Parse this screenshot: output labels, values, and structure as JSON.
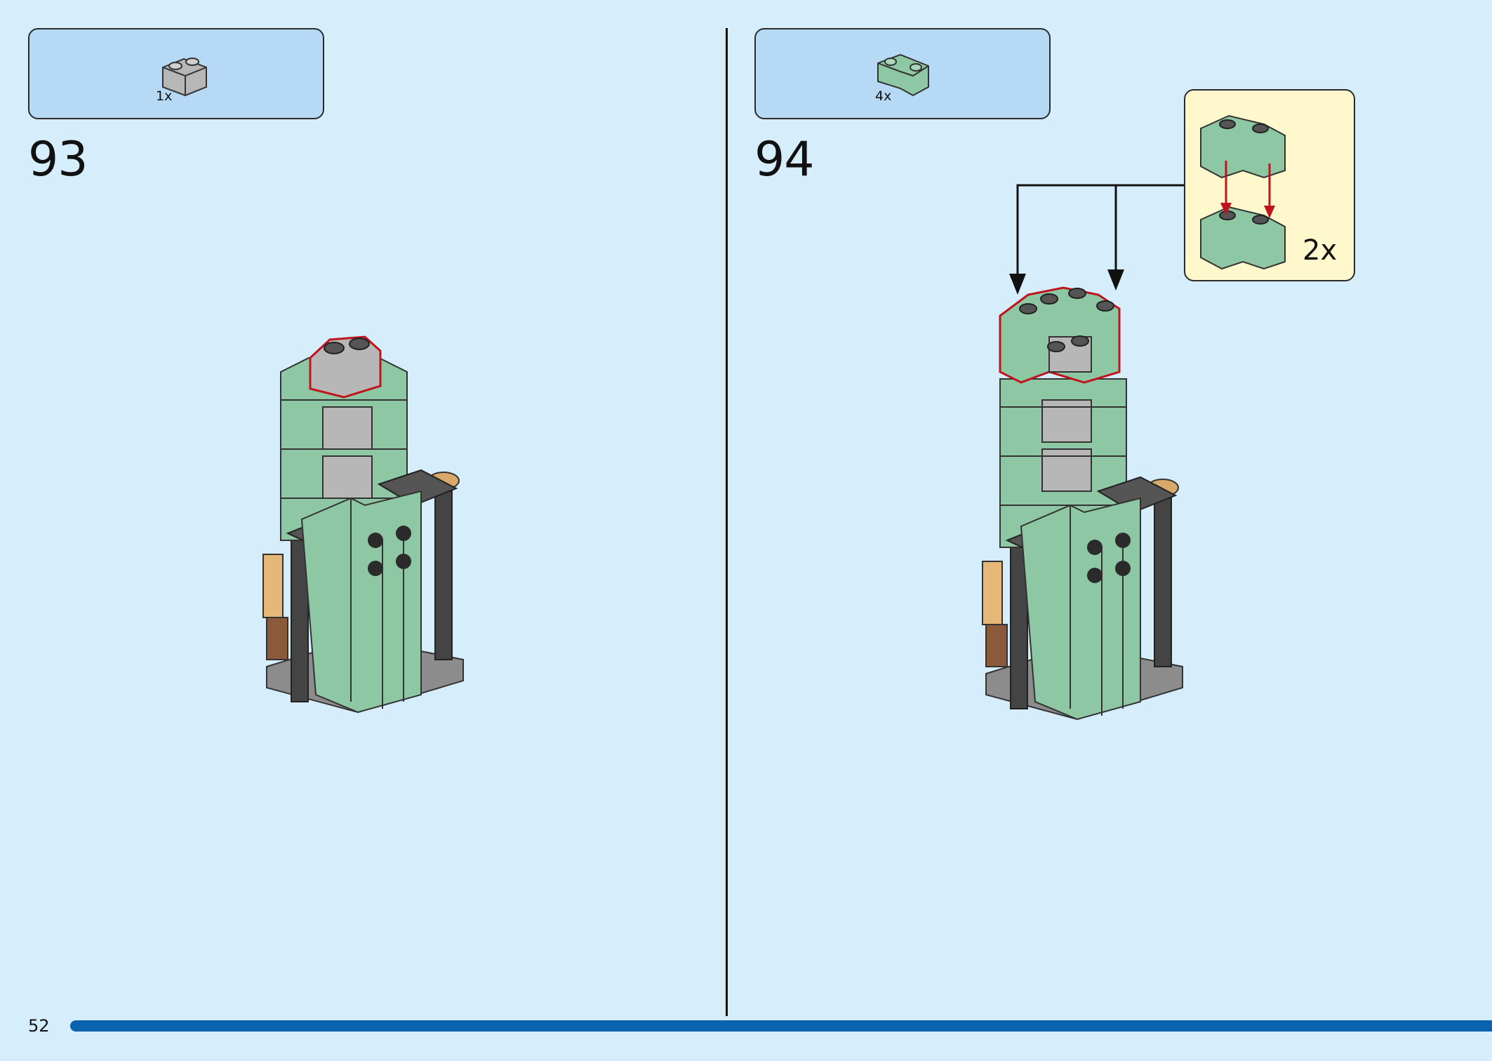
{
  "steps": [
    {
      "number": "93",
      "parts": [
        {
          "qty": "1x",
          "color": "#b7b7b7"
        }
      ]
    },
    {
      "number": "94",
      "parts": [
        {
          "qty": "4x",
          "color": "#8ec7a4"
        }
      ]
    }
  ],
  "callout": {
    "multiplier": "2x"
  },
  "page_number": "52",
  "colors": {
    "background": "#d6eefc",
    "parts_box": "#b6d9f5",
    "callout_box": "#fff8cc",
    "sand_green": "#8ec7a4",
    "light_grey": "#b7b7b7",
    "dark_grey": "#555555",
    "highlight": "#c0141c",
    "progress": "#0b63b0"
  }
}
